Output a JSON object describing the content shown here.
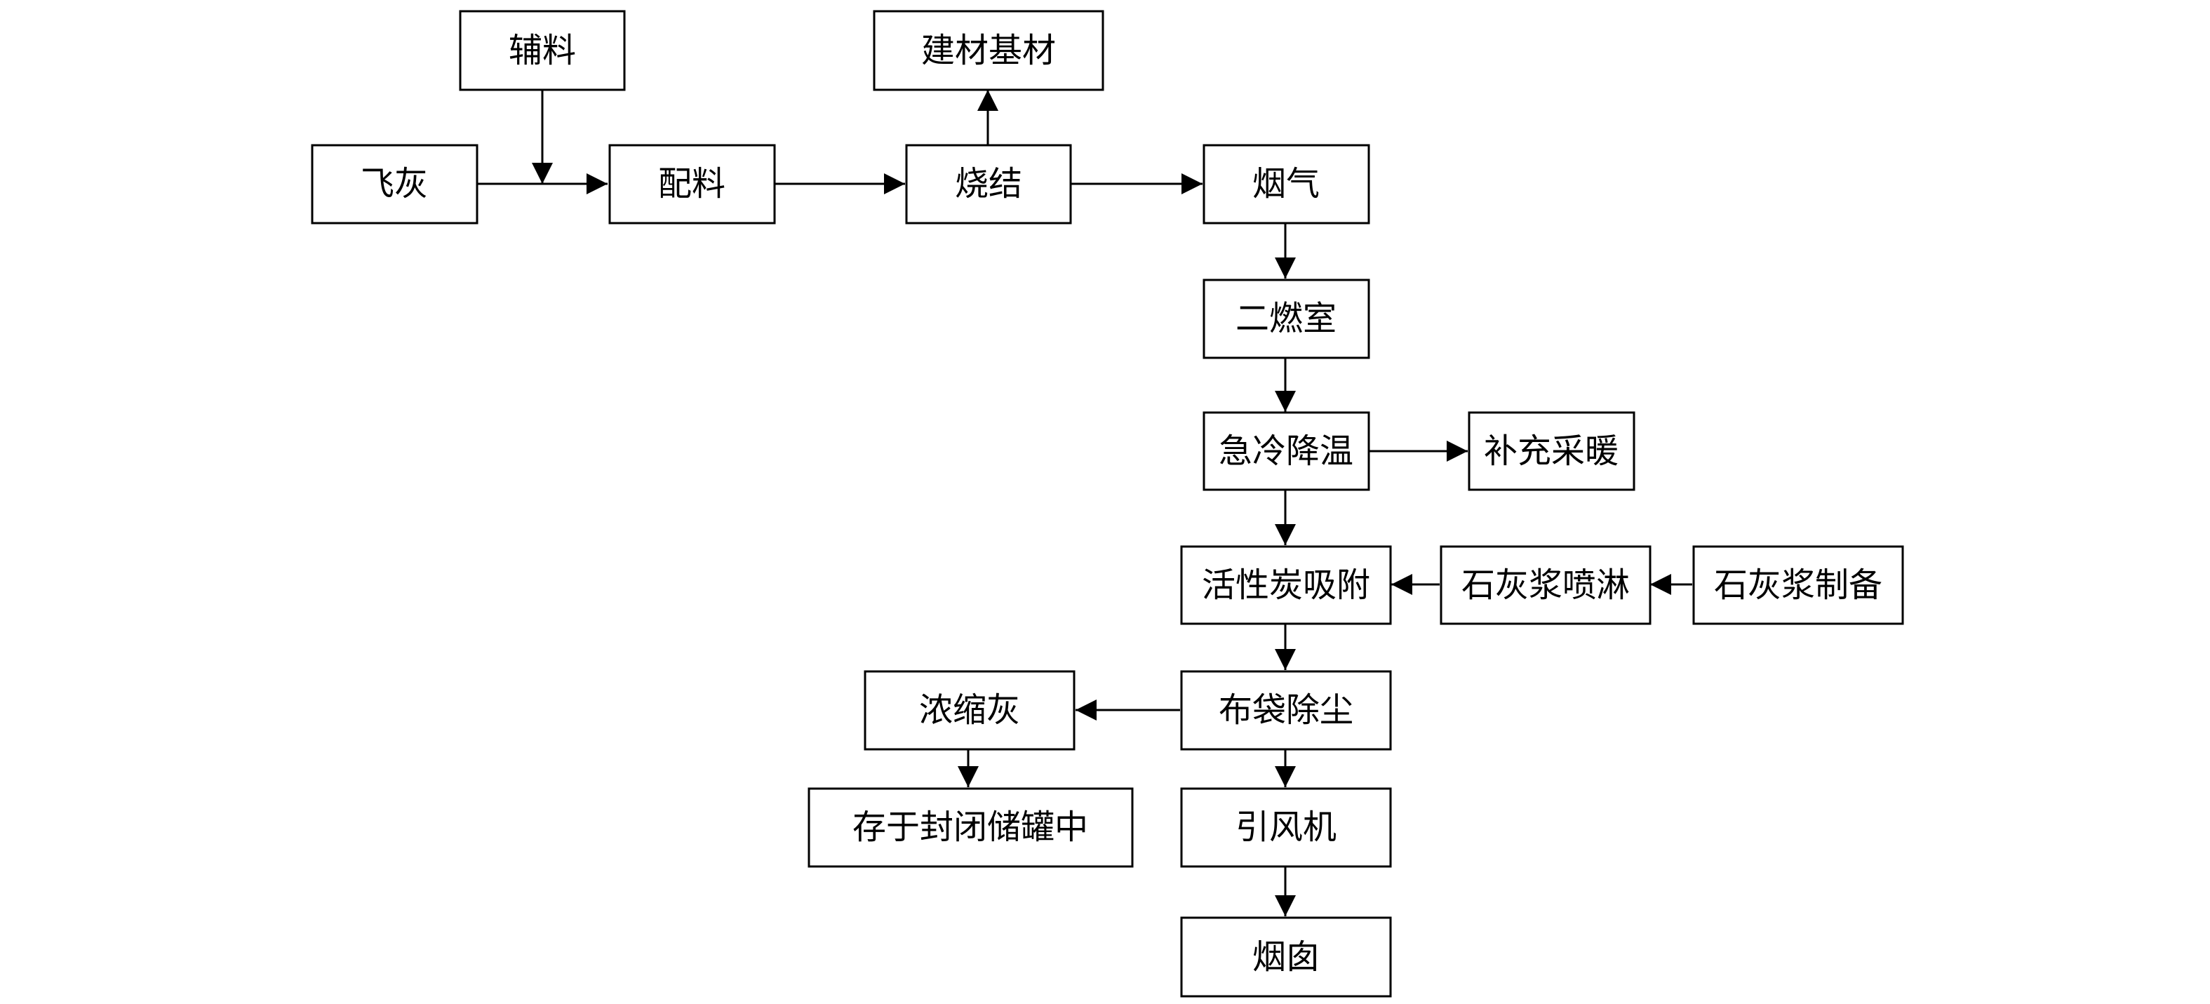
{
  "nodes": {
    "fly_ash": "飞灰",
    "auxiliary_material": "辅料",
    "batching": "配料",
    "building_material": "建材基材",
    "sintering": "烧结",
    "flue_gas": "烟气",
    "secondary_combustion": "二燃室",
    "quench_cooling": "急冷降温",
    "heating_supply": "补充采暖",
    "activated_carbon": "活性炭吸附",
    "lime_spray": "石灰浆喷淋",
    "lime_prep": "石灰浆制备",
    "concentrated_ash": "浓缩灰",
    "bag_filter": "布袋除尘",
    "storage_tank": "存于封闭储罐中",
    "induced_fan": "引风机",
    "chimney": "烟囱"
  }
}
